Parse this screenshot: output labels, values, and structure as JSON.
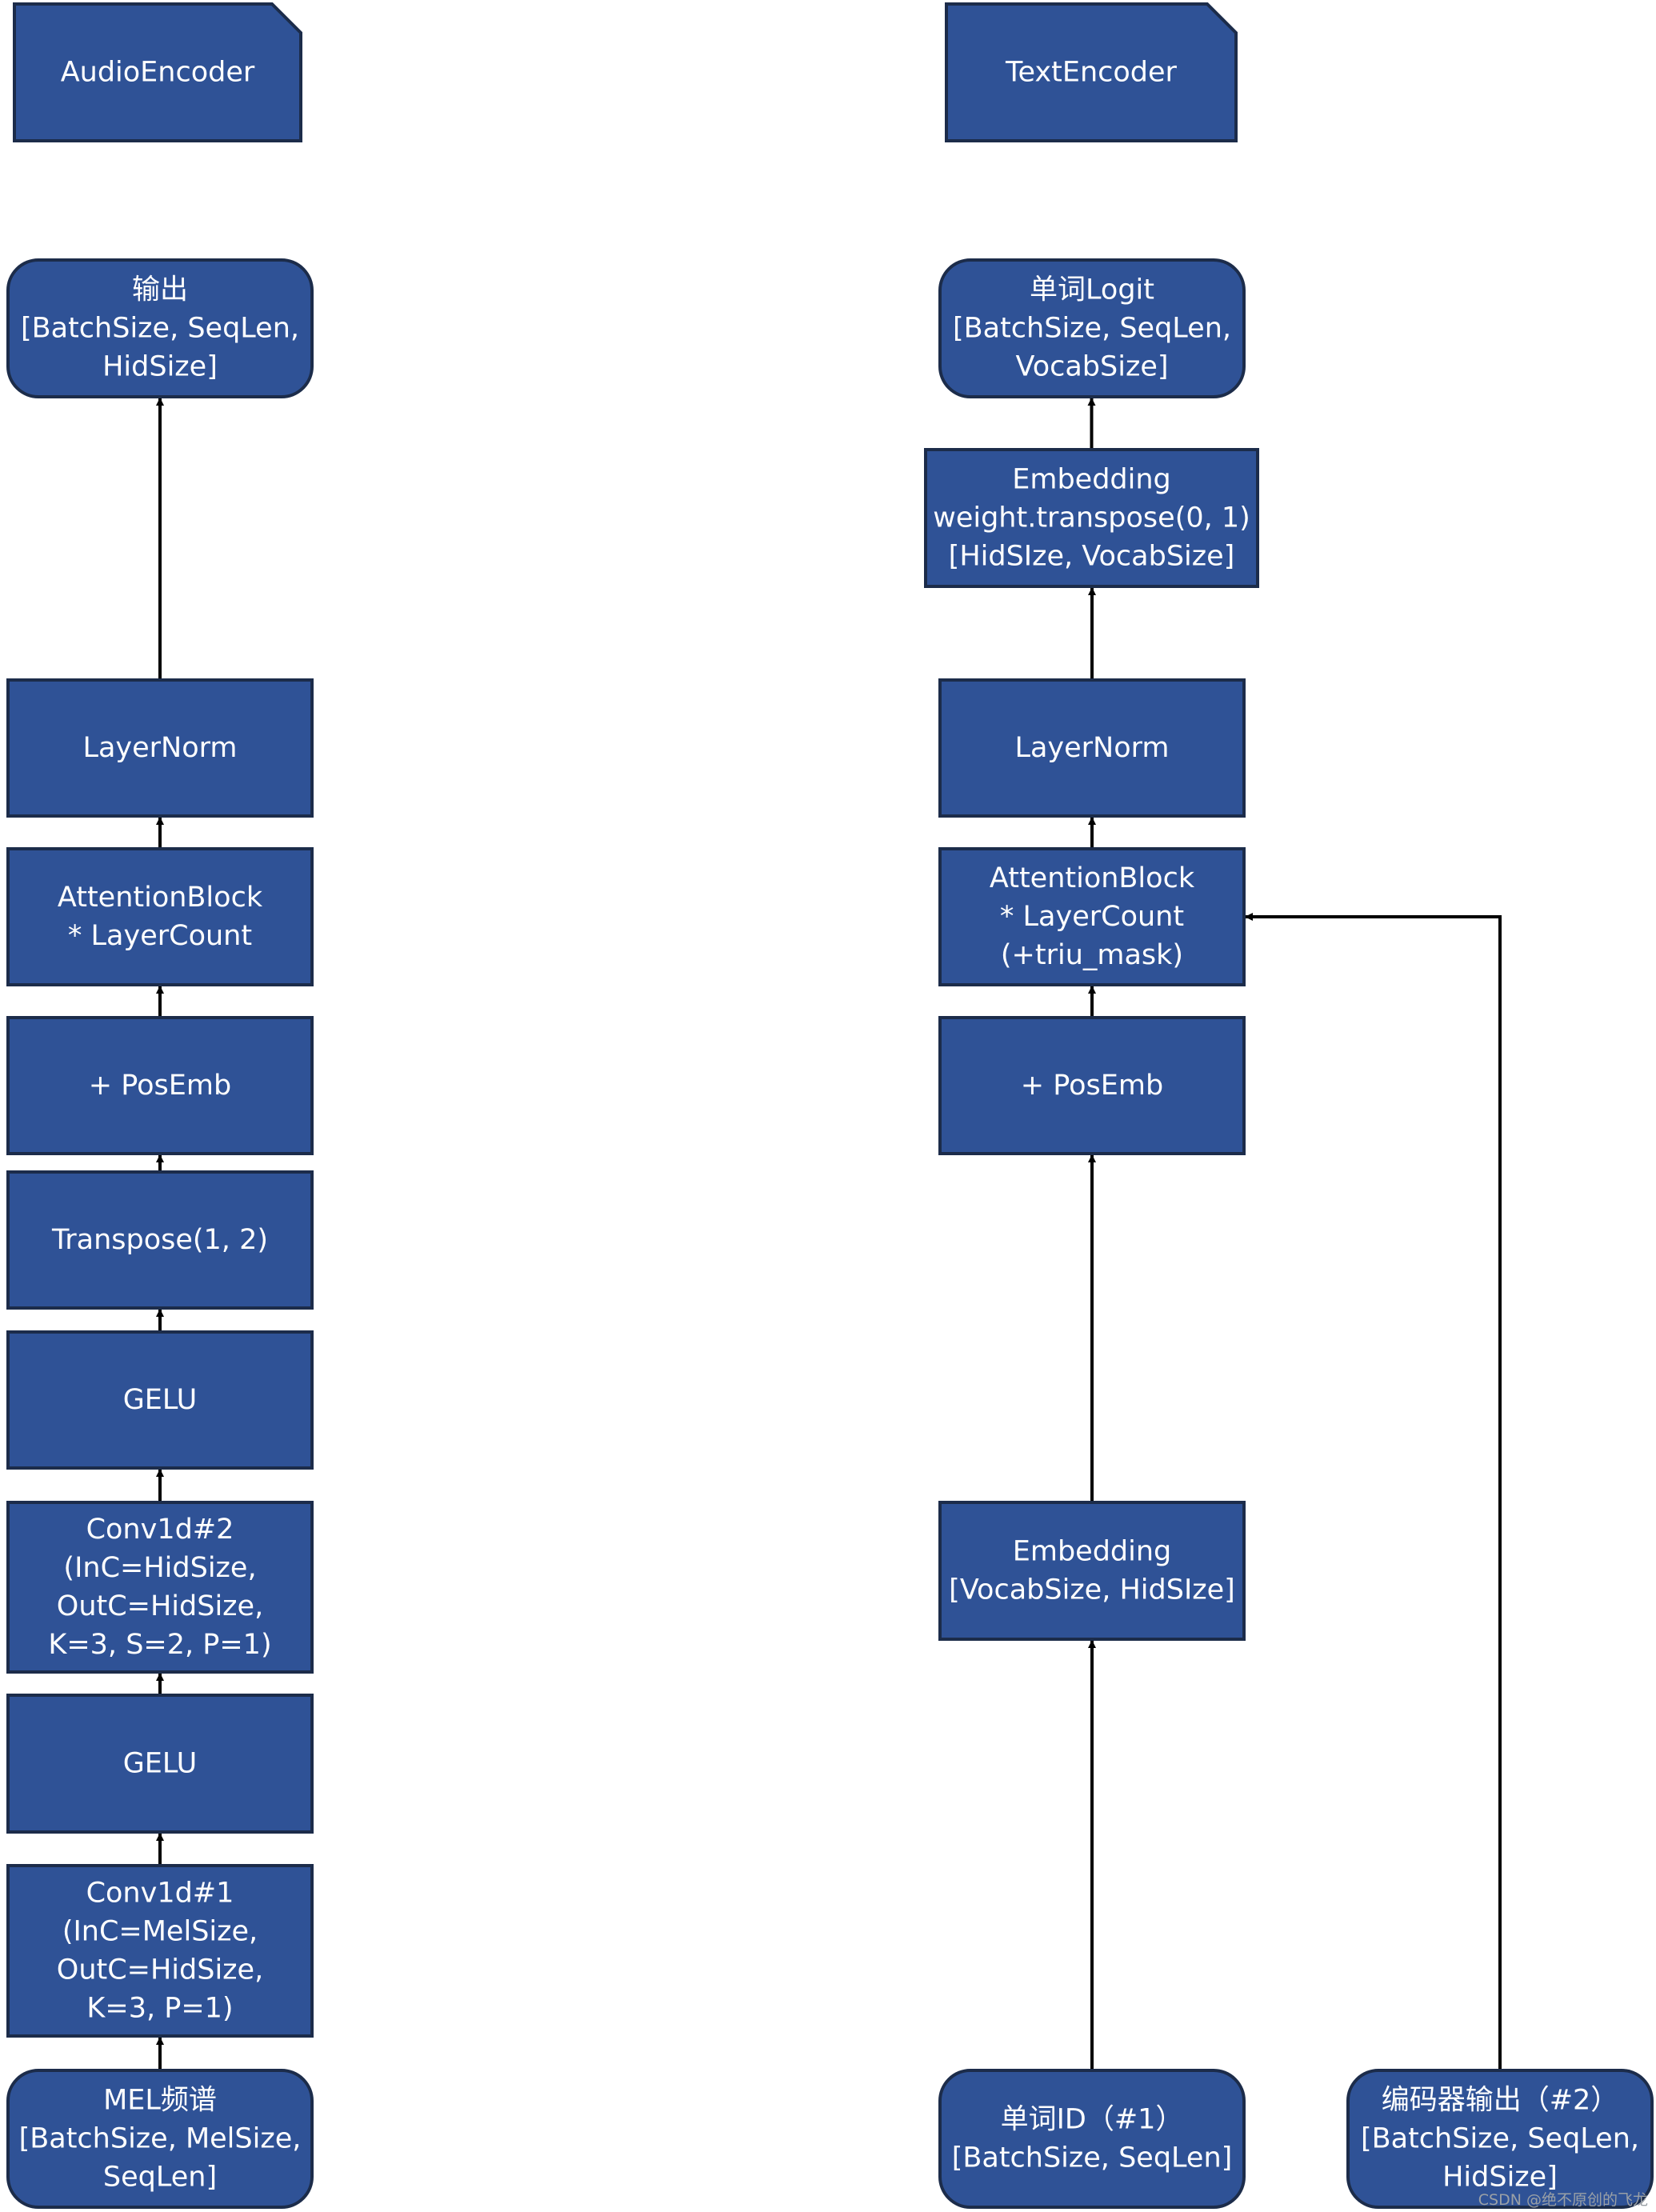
{
  "colors": {
    "box_fill": "#2f5296",
    "box_stroke": "#1c2c4a",
    "box_text": "#ffffff",
    "arrow": "#000000"
  },
  "headers": [
    {
      "id": "audio-encoder-header",
      "shape": "folded-tab",
      "lines": [
        "AudioEncoder"
      ]
    },
    {
      "id": "text-encoder-header",
      "shape": "folded-tab",
      "lines": [
        "TextEncoder"
      ]
    }
  ],
  "audio_encoder": {
    "nodes": [
      {
        "id": "audio-output",
        "shape": "rounded",
        "lines": [
          "输出",
          "[BatchSize, SeqLen,",
          "HidSize]"
        ]
      },
      {
        "id": "audio-layernorm",
        "shape": "rect",
        "lines": [
          "LayerNorm"
        ]
      },
      {
        "id": "audio-attention-block",
        "shape": "rect",
        "lines": [
          "AttentionBlock",
          "* LayerCount"
        ]
      },
      {
        "id": "audio-posemb",
        "shape": "rect",
        "lines": [
          "+ PosEmb"
        ]
      },
      {
        "id": "audio-transpose",
        "shape": "rect",
        "lines": [
          "Transpose(1, 2)"
        ]
      },
      {
        "id": "audio-gelu-2",
        "shape": "rect",
        "lines": [
          "GELU"
        ]
      },
      {
        "id": "audio-conv1d-2",
        "shape": "rect",
        "lines": [
          "Conv1d#2",
          "(InC=HidSize,",
          "OutC=HidSize,",
          "K=3, S=2, P=1)"
        ]
      },
      {
        "id": "audio-gelu-1",
        "shape": "rect",
        "lines": [
          "GELU"
        ]
      },
      {
        "id": "audio-conv1d-1",
        "shape": "rect",
        "lines": [
          "Conv1d#1",
          "(InC=MelSize,",
          "OutC=HidSize,",
          "K=3, P=1)"
        ]
      },
      {
        "id": "audio-mel-input",
        "shape": "rounded",
        "lines": [
          "MEL频谱",
          "[BatchSize, MelSize,",
          "SeqLen]"
        ]
      }
    ]
  },
  "text_encoder": {
    "nodes": [
      {
        "id": "text-word-logit",
        "shape": "rounded",
        "lines": [
          "单词Logit",
          "[BatchSize, SeqLen,",
          "VocabSize]"
        ]
      },
      {
        "id": "text-embedding-transpose",
        "shape": "rect",
        "lines": [
          "Embedding",
          "weight.transpose(0, 1)",
          "[HidSIze, VocabSize]"
        ]
      },
      {
        "id": "text-layernorm",
        "shape": "rect",
        "lines": [
          "LayerNorm"
        ]
      },
      {
        "id": "text-attention-block",
        "shape": "rect",
        "lines": [
          "AttentionBlock",
          "* LayerCount",
          "(+triu_mask)"
        ]
      },
      {
        "id": "text-posemb",
        "shape": "rect",
        "lines": [
          "+ PosEmb"
        ]
      },
      {
        "id": "text-embedding",
        "shape": "rect",
        "lines": [
          "Embedding",
          "[VocabSize, HidSIze]"
        ]
      },
      {
        "id": "text-word-id-input",
        "shape": "rounded",
        "lines": [
          "单词ID（#1）",
          "[BatchSize, SeqLen]"
        ]
      },
      {
        "id": "text-encoder-output-input",
        "shape": "rounded",
        "lines": [
          "编码器输出（#2）",
          "[BatchSize, SeqLen,",
          "HidSize]"
        ]
      }
    ]
  },
  "edges": [
    {
      "from": "audio-mel-input",
      "to": "audio-conv1d-1"
    },
    {
      "from": "audio-conv1d-1",
      "to": "audio-gelu-1"
    },
    {
      "from": "audio-gelu-1",
      "to": "audio-conv1d-2"
    },
    {
      "from": "audio-conv1d-2",
      "to": "audio-gelu-2"
    },
    {
      "from": "audio-gelu-2",
      "to": "audio-transpose"
    },
    {
      "from": "audio-transpose",
      "to": "audio-posemb"
    },
    {
      "from": "audio-posemb",
      "to": "audio-attention-block"
    },
    {
      "from": "audio-attention-block",
      "to": "audio-layernorm"
    },
    {
      "from": "audio-layernorm",
      "to": "audio-output"
    },
    {
      "from": "text-word-id-input",
      "to": "text-embedding"
    },
    {
      "from": "text-embedding",
      "to": "text-posemb"
    },
    {
      "from": "text-posemb",
      "to": "text-attention-block"
    },
    {
      "from": "text-attention-block",
      "to": "text-layernorm"
    },
    {
      "from": "text-layernorm",
      "to": "text-embedding-transpose"
    },
    {
      "from": "text-embedding-transpose",
      "to": "text-word-logit"
    },
    {
      "from": "text-encoder-output-input",
      "to": "text-attention-block"
    }
  ],
  "watermark": "CSDN @绝不原创的飞龙"
}
